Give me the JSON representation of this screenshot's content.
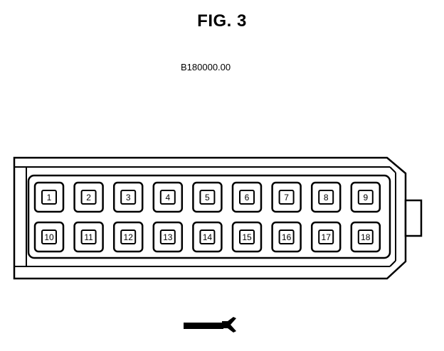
{
  "figure": {
    "title": "FIG. 3",
    "part_number": "B180000.00"
  },
  "connector": {
    "rows": [
      [
        "1",
        "2",
        "3",
        "4",
        "5",
        "6",
        "7",
        "8",
        "9"
      ],
      [
        "10",
        "11",
        "12",
        "13",
        "14",
        "15",
        "16",
        "17",
        "18"
      ]
    ]
  },
  "tool_icon": "connector-probe-icon"
}
